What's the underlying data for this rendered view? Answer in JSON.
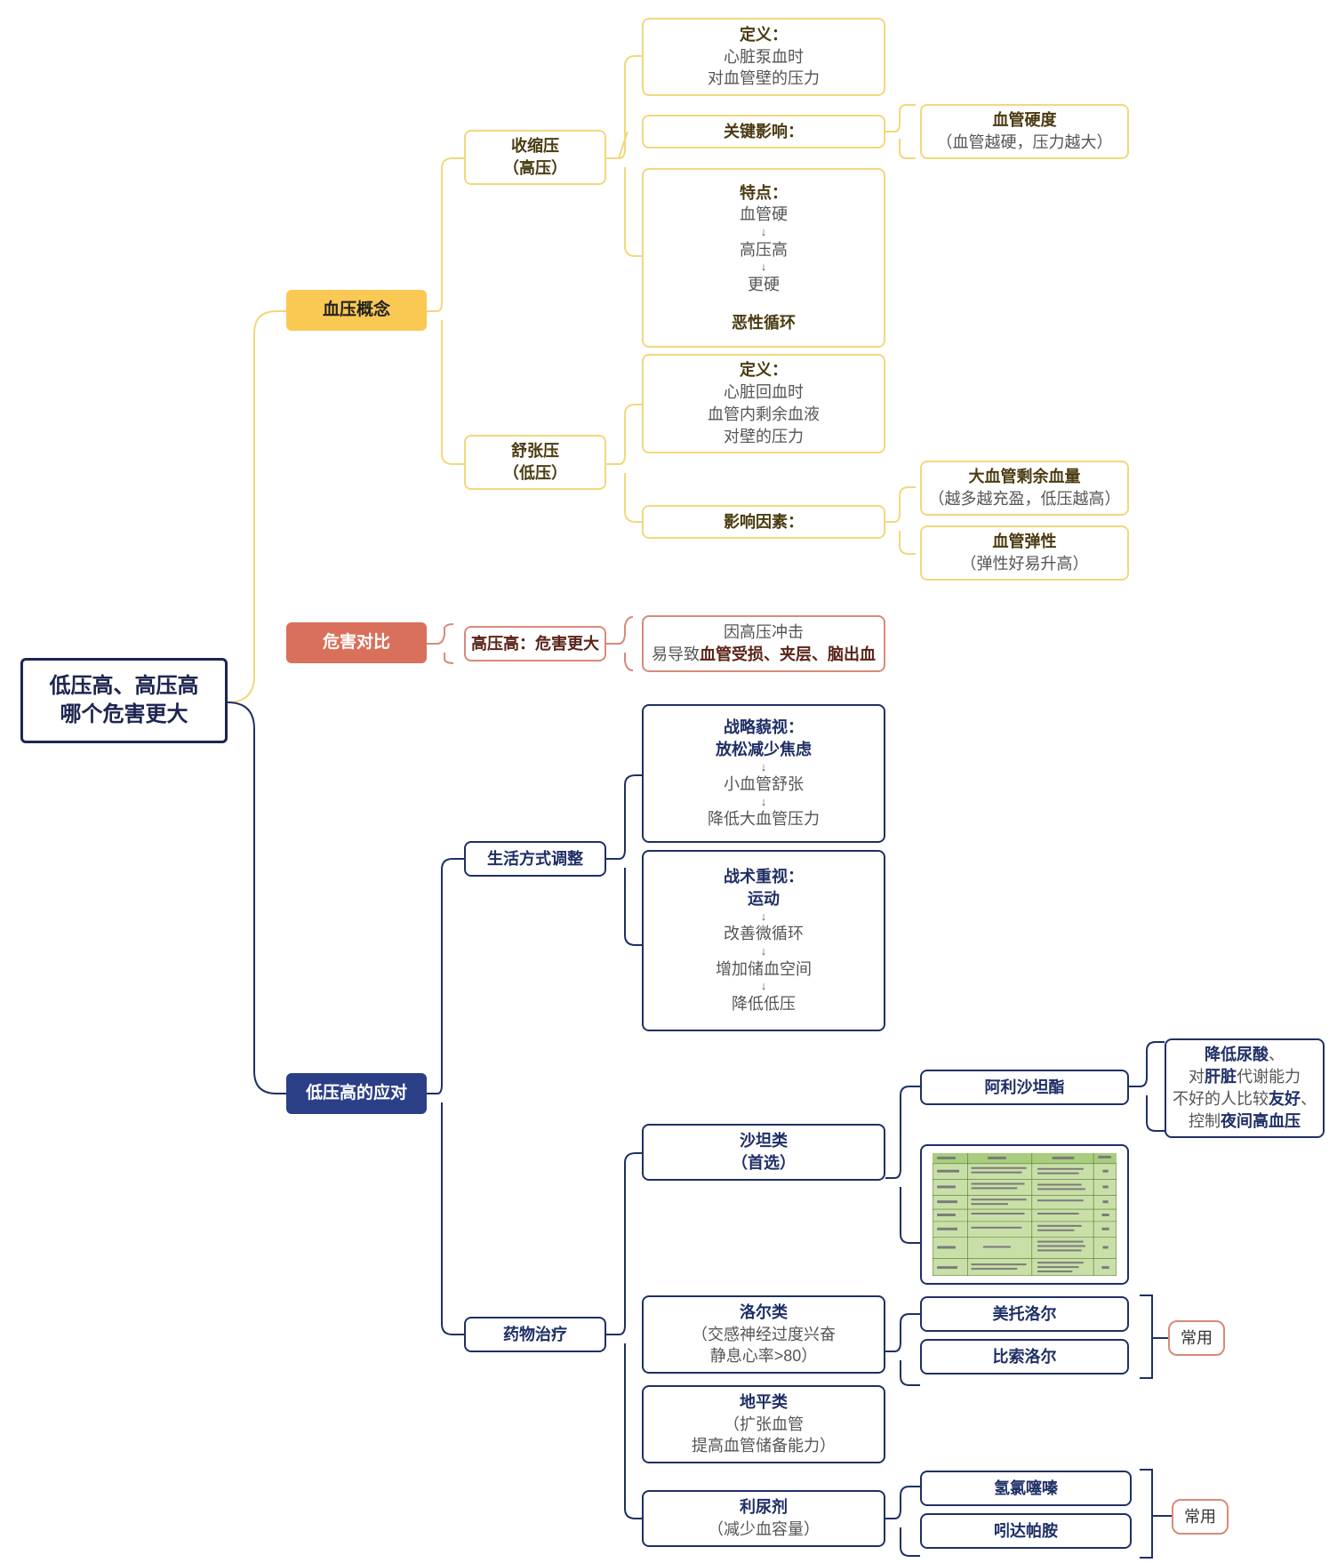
{
  "root": {
    "line1": "低压高、高压高",
    "line2": "哪个危害更大"
  },
  "bp": {
    "title": "血压概念",
    "systolic": {
      "title_line1": "收缩压",
      "title_line2": "（高压）",
      "definition": {
        "label": "定义：",
        "line1": "心脏泵血时",
        "line2": "对血管壁的压力"
      },
      "key_influence": {
        "label": "关键影响："
      },
      "vessel_hardness": {
        "title": "血管硬度",
        "desc": "（血管越硬，压力越大）"
      },
      "features": {
        "label": "特点：",
        "step1": "血管硬",
        "arrow1": "↓",
        "step2": "高压高",
        "arrow2": "↓",
        "step3": "更硬",
        "conclusion": "恶性循环"
      }
    },
    "diastolic": {
      "title_line1": "舒张压",
      "title_line2": "（低压）",
      "definition": {
        "label": "定义：",
        "line1": "心脏回血时",
        "line2": "血管内剩余血液",
        "line3": "对壁的压力"
      },
      "factors": {
        "label": "影响因素："
      },
      "residual_blood": {
        "title": "大血管剩余血量",
        "desc": "（越多越充盈，低压越高）"
      },
      "elasticity": {
        "title": "血管弹性",
        "desc": "（弹性好易升高）"
      }
    }
  },
  "harm": {
    "title": "危害对比",
    "conclusion": "高压高：危害更大",
    "reason_line1": "因高压冲击",
    "reason_prefix": "易导致",
    "reason_bold": "血管受损、夹层、脑出血"
  },
  "response": {
    "title": "低压高的应对",
    "lifestyle": {
      "title": "生活方式调整",
      "strategic": {
        "label": "战略藐视：",
        "sub": "放松减少焦虑",
        "arrow1": "↓",
        "step1": "小血管舒张",
        "arrow2": "↓",
        "step2": "降低大血管压力"
      },
      "tactical": {
        "label": "战术重视：",
        "sub": "运动",
        "arrow1": "↓",
        "step1": "改善微循环",
        "arrow2": "↓",
        "step2": "增加储血空间",
        "arrow3": "↓",
        "step3": "降低低压"
      }
    },
    "drugs": {
      "title": "药物治疗",
      "sartan": {
        "title": "沙坦类",
        "sub": "（首选）",
        "allisartan": "阿利沙坦酯",
        "benefit": {
          "prefix1": "降低尿酸",
          "sep1": "、",
          "prefix2": "对",
          "bold2": "肝脏",
          "suffix2": "代谢能力",
          "prefix3": "不好的人比较",
          "bold3": "友好",
          "suffix3": "、",
          "prefix4": "控制",
          "bold4": "夜间高血压"
        }
      },
      "lol": {
        "title": "洛尔类",
        "line2": "（交感神经过度兴奋",
        "line3": "静息心率>80）",
        "item1": "美托洛尔",
        "item2": "比索洛尔",
        "tag": "常用"
      },
      "dipine": {
        "title": "地平类",
        "line2": "（扩张血管",
        "line3": "提高血管储备能力）"
      },
      "diuretic": {
        "title": "利尿剂",
        "line2": "（减少血容量）",
        "item1": "氢氯噻嗪",
        "item2": "吲达帕胺",
        "tag": "常用"
      }
    }
  },
  "colors": {
    "yellow_border": "#f3d77c",
    "yellow_fill": "#fac954",
    "red_border": "#d88a7a",
    "red_fill": "#d9705b",
    "navy_border": "#1f2f66",
    "navy_fill": "#2b3f86",
    "table_green": "#c9dfa8"
  }
}
